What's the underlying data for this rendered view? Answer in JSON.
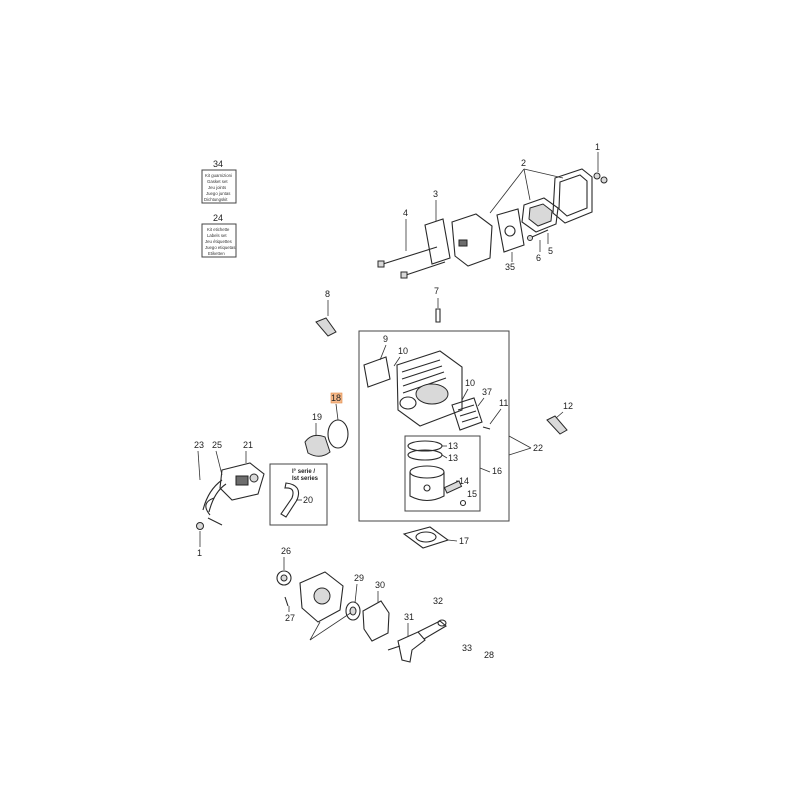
{
  "labels": {
    "p1_top": "1",
    "p2": "2",
    "p3": "3",
    "p4": "4",
    "p5": "5",
    "p6": "6",
    "p7": "7",
    "p8": "8",
    "p9": "9",
    "p10_a": "10",
    "p10_b": "10",
    "p11": "11",
    "p12": "12",
    "p13_a": "13",
    "p13_b": "13",
    "p14": "14",
    "p15": "15",
    "p16": "16",
    "p17": "17",
    "p18": "18",
    "p19": "19",
    "p20": "20",
    "p21": "21",
    "p22": "22",
    "p23": "23",
    "p24": "24",
    "p25": "25",
    "p26": "26",
    "p27": "27",
    "p28": "28",
    "p29": "29",
    "p30": "30",
    "p31": "31",
    "p32": "32",
    "p33": "33",
    "p34": "34",
    "p35": "35",
    "p37": "37",
    "p1_bottom": "1"
  },
  "kit34": [
    "Kit guarnizioni",
    "Gasket set",
    "Jeu joints",
    "Juego juntas",
    "Dichtungskit"
  ],
  "kit24": [
    "Kit etichette",
    "Labels set",
    "Jeu étiquettes",
    "Juego etiquetas",
    "Etiketten"
  ],
  "series": {
    "line1": "I° serie /",
    "line2": "Ist series"
  },
  "highlight_color": "#f6b98a"
}
